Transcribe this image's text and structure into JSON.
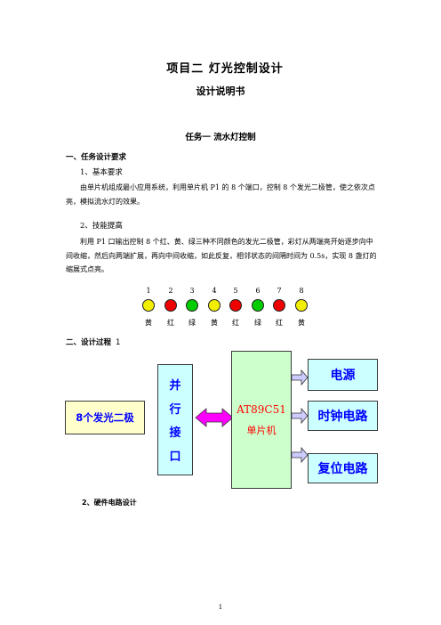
{
  "header": {
    "title": "项目二   灯光控制设计",
    "subtitle": "设计说明书"
  },
  "task": {
    "title": "任务一  流水灯控制"
  },
  "section1": {
    "heading": "一、任务设计要求",
    "basic_heading": "1、基本要求",
    "basic_text": "由单片机组成最小应用系统，利用单片机 P1 的 8 个端口，控制 8 个发光二极管，使之依次点亮，模拟流水灯的效果。",
    "ext_heading": "2、技能提高",
    "ext_text": "利用 P1 口输出控制 8 个红、黄、绿三种不同颜色的发光二极管，彩灯从两端亮开始逐步向中间收缩，然后向两端扩展，再向中间收缩，如此反复，相邻状态的间隔时间为 0.5s，实现 8 盏灯的缩展式点亮。"
  },
  "leds": [
    {
      "num": "1",
      "label": "黄",
      "color": "#f2ee00"
    },
    {
      "num": "2",
      "label": "红",
      "color": "#ee0000"
    },
    {
      "num": "3",
      "label": "绿",
      "color": "#00cc00"
    },
    {
      "num": "4",
      "label": "黄",
      "color": "#f2ee00"
    },
    {
      "num": "5",
      "label": "红",
      "color": "#ee0000"
    },
    {
      "num": "6",
      "label": "绿",
      "color": "#00cc00"
    },
    {
      "num": "7",
      "label": "红",
      "color": "#ee0000"
    },
    {
      "num": "8",
      "label": "黄",
      "color": "#f2ee00"
    }
  ],
  "section2": {
    "heading": "二、设计过程",
    "index_mark": "1",
    "hw_heading": "2、硬件电路设计"
  },
  "diagram": {
    "led_block": "8个发光二极",
    "parallel_chars": [
      "并",
      "行",
      "接",
      "口"
    ],
    "mcu_line1": "AT89C51",
    "mcu_line2": "单片机",
    "power": "电源",
    "clock": "时钟电路",
    "reset": "复位电路",
    "colors": {
      "yellow_fill": "#ffffcc",
      "cyan_fill": "#ccffff",
      "green_fill": "#ccffcc",
      "blue_text": "#0000ff",
      "red_text": "#ff0000",
      "arrow_magenta": "#ff00ff",
      "arrow_lavender": "#ccccff"
    }
  },
  "footer": {
    "page_number": "1"
  }
}
